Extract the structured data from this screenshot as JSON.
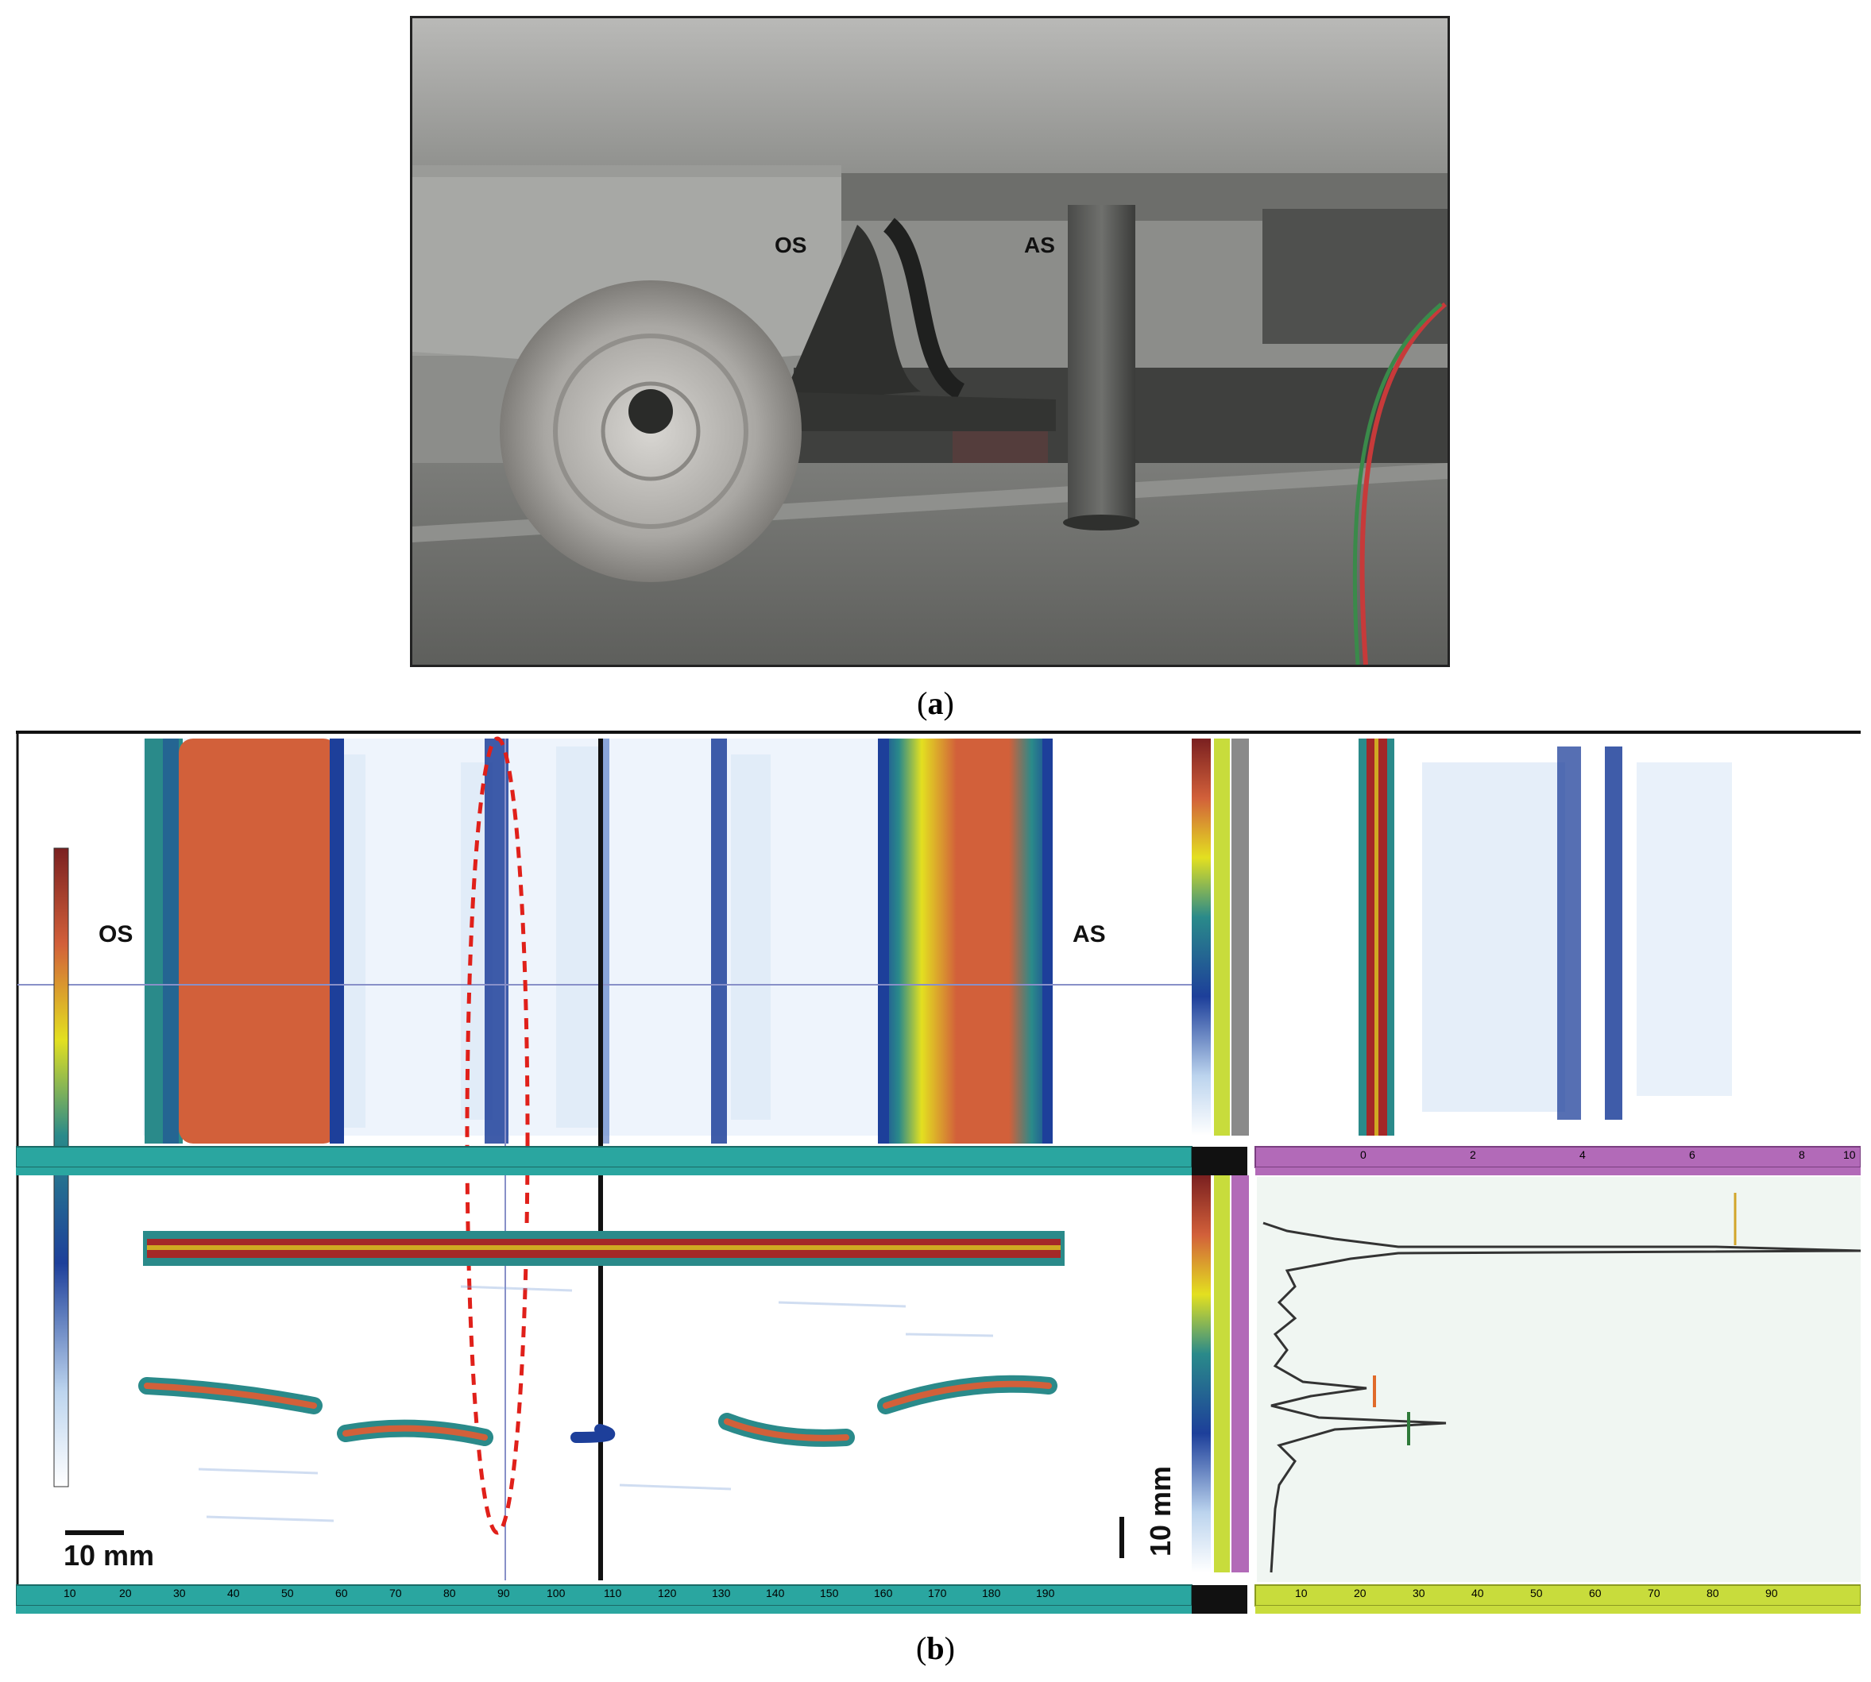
{
  "figure": {
    "panel_a": {
      "caption_letter": "a",
      "labels": {
        "os": "OS",
        "as": "AS"
      }
    },
    "panel_b": {
      "caption_letter": "b",
      "labels": {
        "os": "OS",
        "as": "AS"
      },
      "scalebar_horizontal": "10 mm",
      "scalebar_vertical": "10 mm",
      "bottom_axis_ticks": [
        "10",
        "20",
        "30",
        "40",
        "50",
        "60",
        "70",
        "80",
        "90",
        "100",
        "110",
        "120",
        "130",
        "140",
        "150",
        "160",
        "170",
        "180",
        "190"
      ],
      "ascan_axis_ticks": [
        "10",
        "20",
        "30",
        "40",
        "50",
        "60",
        "70",
        "80",
        "90"
      ],
      "right_cscan_axis_ticks": [
        "0",
        "2",
        "4",
        "6",
        "8",
        "10"
      ]
    }
  },
  "colors": {
    "teal_ruler": "#2aa6a0",
    "purple_ruler": "#b26ab8",
    "lime_ruler": "#c8dc3c",
    "high_amplitude": "#d2603a",
    "low_amplitude_blue": "#1d3f9a",
    "selection_ellipse": "#e0201a"
  }
}
